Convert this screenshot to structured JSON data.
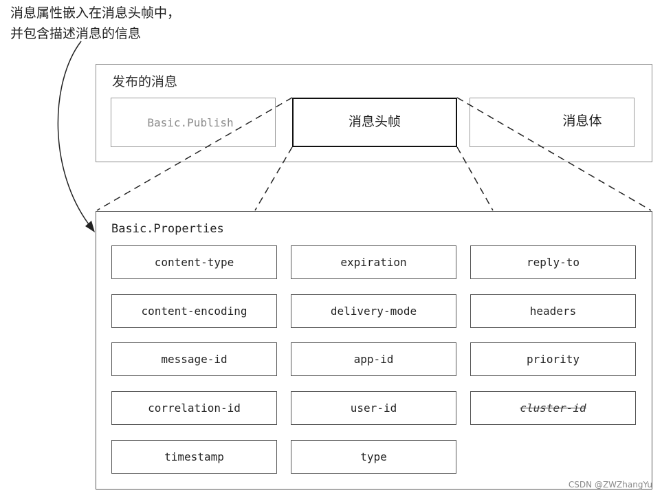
{
  "annotation": {
    "line1": "消息属性嵌入在消息头帧中，",
    "line2": "并包含描述消息的信息"
  },
  "published_message": {
    "title": "发布的消息",
    "frames": {
      "method": "Basic.Publish",
      "header": "消息头帧",
      "body": "消息体"
    }
  },
  "properties": {
    "title": "Basic.Properties",
    "items": [
      "content-type",
      "expiration",
      "reply-to",
      "content-encoding",
      "delivery-mode",
      "headers",
      "message-id",
      "app-id",
      "priority",
      "correlation-id",
      "user-id",
      "cluster-id",
      "timestamp",
      "type"
    ],
    "deprecated": "cluster-id"
  },
  "watermark": "CSDN @ZWZhangYu",
  "colors": {
    "line": "#222222",
    "panel_border": "#8a8a8a",
    "faded_text": "#8c8c8c"
  }
}
